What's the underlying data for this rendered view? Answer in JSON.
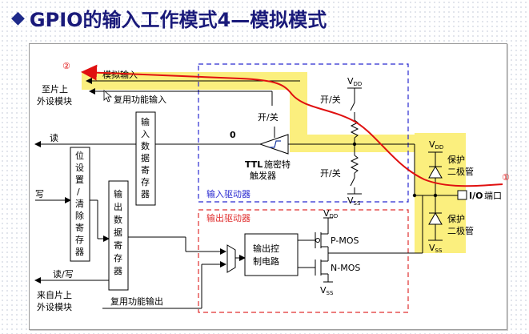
{
  "title": {
    "marker": "◆",
    "text": "GPIO的输入工作模式4—模拟模式"
  },
  "labels": {
    "to_chip": [
      "至片上",
      "外设模块"
    ],
    "from_chip": [
      "来自片上",
      "外设模块"
    ],
    "analog_in": "模拟输入",
    "alt_in": "复用功能输入",
    "alt_out": "复用功能输出",
    "read": "读",
    "write": "写",
    "read_write": "读/写",
    "in_reg": [
      "输",
      "入",
      "数",
      "据",
      "寄",
      "存",
      "器"
    ],
    "bsr_reg": [
      "位",
      "设",
      "置",
      "/",
      "清",
      "除",
      "寄",
      "存",
      "器"
    ],
    "out_reg": [
      "输",
      "出",
      "数",
      "据",
      "寄",
      "存",
      "器"
    ],
    "zero": "0",
    "on_off": "开/关",
    "ttl": "TTL",
    "schmitt": [
      "施密特",
      "触发器"
    ],
    "in_driver": "输入驱动器",
    "out_driver": "输出驱动器",
    "out_ctrl": [
      "输出控",
      "制电路"
    ],
    "pmos": "P-MOS",
    "nmos": "N-MOS",
    "vdd": "V",
    "vdd_sub": "DD",
    "vss": "V",
    "vss_sub": "SS",
    "protect": [
      "保护",
      "二极管"
    ],
    "io_pin": "I/O",
    "io_suffix": "端口",
    "num1": "①",
    "num2": "②"
  },
  "colors": {
    "title": "#1a1a7a",
    "highlight": "#fbef7e",
    "signal_path": "#e01010",
    "input_box": "#2a2ad0",
    "output_box": "#e03030"
  }
}
